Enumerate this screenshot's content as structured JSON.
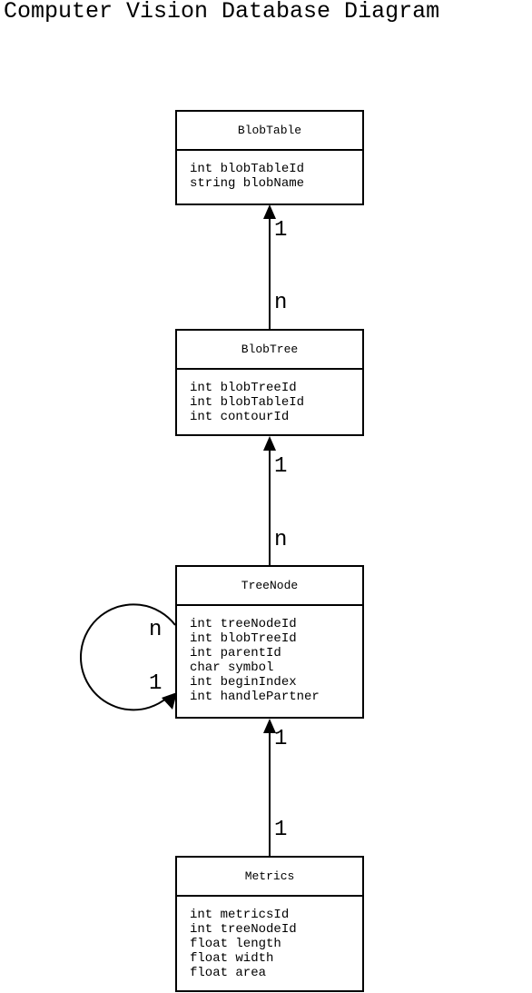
{
  "title": "Computer Vision Database Diagram",
  "entities": [
    {
      "name": "BlobTable",
      "fields": [
        "int blobTableId",
        "string blobName"
      ]
    },
    {
      "name": "BlobTree",
      "fields": [
        "int blobTreeId",
        "int blobTableId",
        "int contourId"
      ]
    },
    {
      "name": "TreeNode",
      "fields": [
        "int treeNodeId",
        "int blobTreeId",
        "int parentId",
        "char symbol",
        "int beginIndex",
        "int handlePartner"
      ]
    },
    {
      "name": "Metrics",
      "fields": [
        "int metricsId",
        "int treeNodeId",
        "float length",
        "float width",
        "float area"
      ]
    }
  ],
  "relationships": [
    {
      "from": "BlobTree",
      "to": "BlobTable",
      "from_cardinality": "n",
      "to_cardinality": "1"
    },
    {
      "from": "TreeNode",
      "to": "BlobTree",
      "from_cardinality": "n",
      "to_cardinality": "1"
    },
    {
      "from": "TreeNode",
      "to": "TreeNode",
      "from_cardinality": "n",
      "to_cardinality": "1"
    },
    {
      "from": "Metrics",
      "to": "TreeNode",
      "from_cardinality": "1",
      "to_cardinality": "1"
    }
  ]
}
